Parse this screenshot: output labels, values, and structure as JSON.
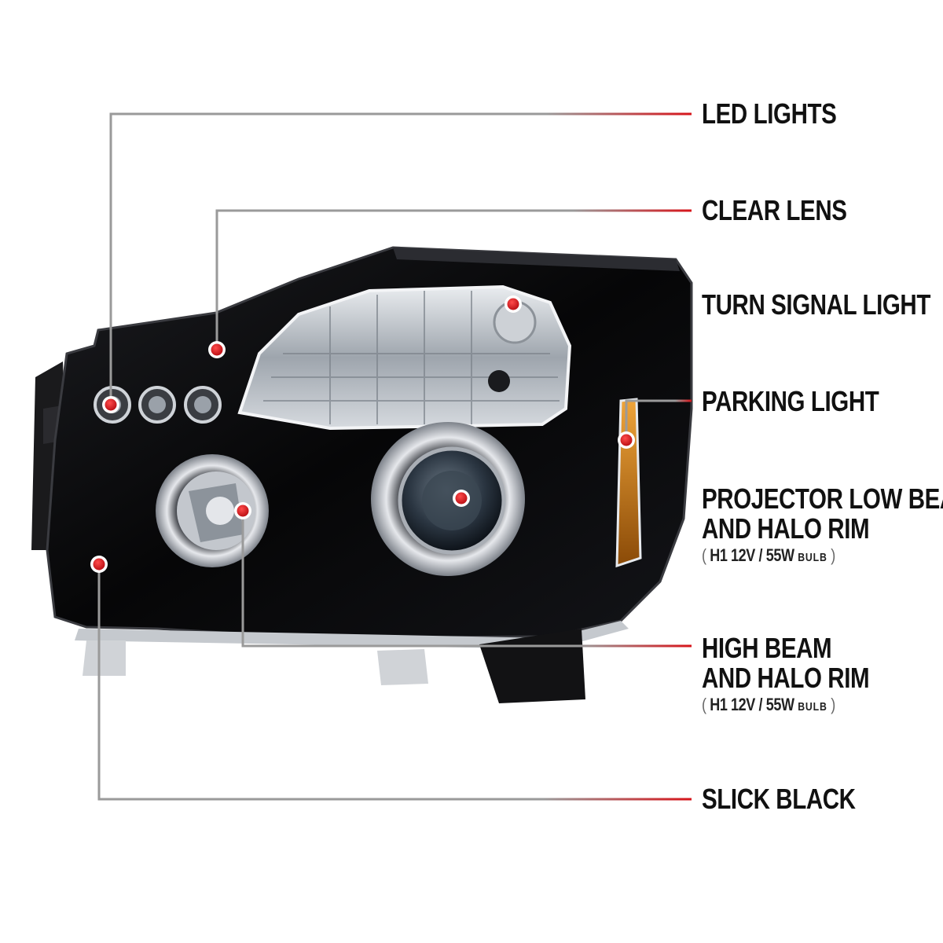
{
  "callouts": {
    "led_lights": {
      "label": "LED LIGHTS"
    },
    "clear_lens": {
      "label": "CLEAR LENS"
    },
    "turn_signal": {
      "label": "TURN SIGNAL LIGHT"
    },
    "parking_light": {
      "label": "PARKING LIGHT"
    },
    "projector_low_beam": {
      "label_line1": "PROJECTOR LOW BEAM",
      "label_line2": "AND HALO RIM",
      "spec_open": "(",
      "spec_value": "H1  12V / 55W",
      "spec_unit": "BULB",
      "spec_close": ")"
    },
    "high_beam": {
      "label_line1": "HIGH BEAM",
      "label_line2": "AND HALO RIM",
      "spec_open": "(",
      "spec_value": "H1  12V / 55W",
      "spec_unit": "BULB",
      "spec_close": ")"
    },
    "slick_black": {
      "label": "SLICK BLACK"
    }
  },
  "colors": {
    "marker_red": "#d7141a",
    "leader_gray": "#8a8a8a",
    "housing_black": "#0b0b0d",
    "chrome": "#c9ccd1",
    "amber": "#c9780c"
  },
  "product": {
    "subject": "projector headlight, black housing"
  }
}
